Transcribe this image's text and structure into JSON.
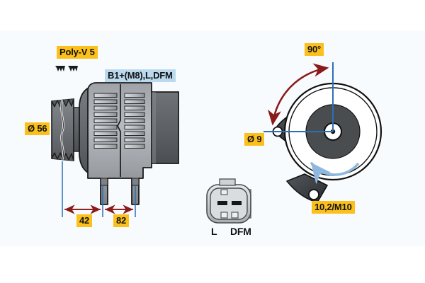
{
  "figure": {
    "title_bar_color": "#F8FCFF",
    "background_color": "#FFFFFF",
    "panel_color": "#F8FBFE",
    "accent_yellow": "#FBC01B",
    "accent_blue": "#BBD9EE",
    "dimension_line_color": "#8B1A1A",
    "extension_line_color": "#2D6FB5",
    "rotation_arrow_color": "#8EB8E0"
  },
  "labels": {
    "poly_v": "Poly-V 5",
    "terminals": "B1+(M8),L,DFM",
    "pulley_diameter": "Ø 56",
    "dim_42": "42",
    "dim_82": "82",
    "angle_90": "90°",
    "hole_diameter": "Ø 9",
    "mount_thread": "10,2/M10",
    "connector_pin_l": "L",
    "connector_pin_dfm": "DFM"
  },
  "icons": {
    "belt_profile": "poly-v-belt-profile-icon",
    "rotation": "rotation-direction-arrow-icon",
    "angle_arc": "angle-arc-arrow-icon"
  },
  "views": {
    "side_view": "alternator-side-view",
    "end_view": "alternator-end-view",
    "connector_view": "connector-plug-detail"
  }
}
